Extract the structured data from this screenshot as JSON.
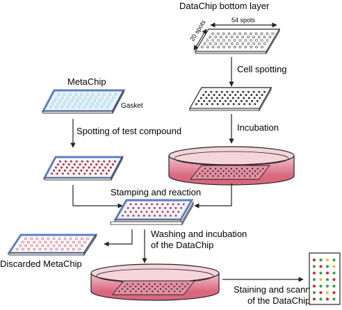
{
  "labels": {
    "datachip_title": "DataChip bottom layer",
    "spots_x": "54 spots",
    "spots_y": "20 spots",
    "cell_spotting": "Cell spotting",
    "incubation": "Incubation",
    "metachip": "MetaChip",
    "gasket": "Gasket",
    "spotting_compound": "Spotting of test compound",
    "stamping": "Stamping and reaction",
    "washing_line1": "Washing and incubation",
    "washing_line2": "of the DataChip",
    "discarded": "Discarded MetaChip",
    "staining_line1": "Staining and scanning",
    "staining_line2": "of the DataChip"
  },
  "colors": {
    "frame": "#222222",
    "gasket_blue": "#5b7fc4",
    "metachip_dot": "#5ab8d8",
    "compound_dot": "#c0334d",
    "cell_dot": "#333333",
    "dish_pink": "#e07a92",
    "dish_pink_light": "#f2b8c6",
    "green_spot": "#3aa33a",
    "red_spot": "#d6273a",
    "yellow_spot": "#e8c421"
  }
}
